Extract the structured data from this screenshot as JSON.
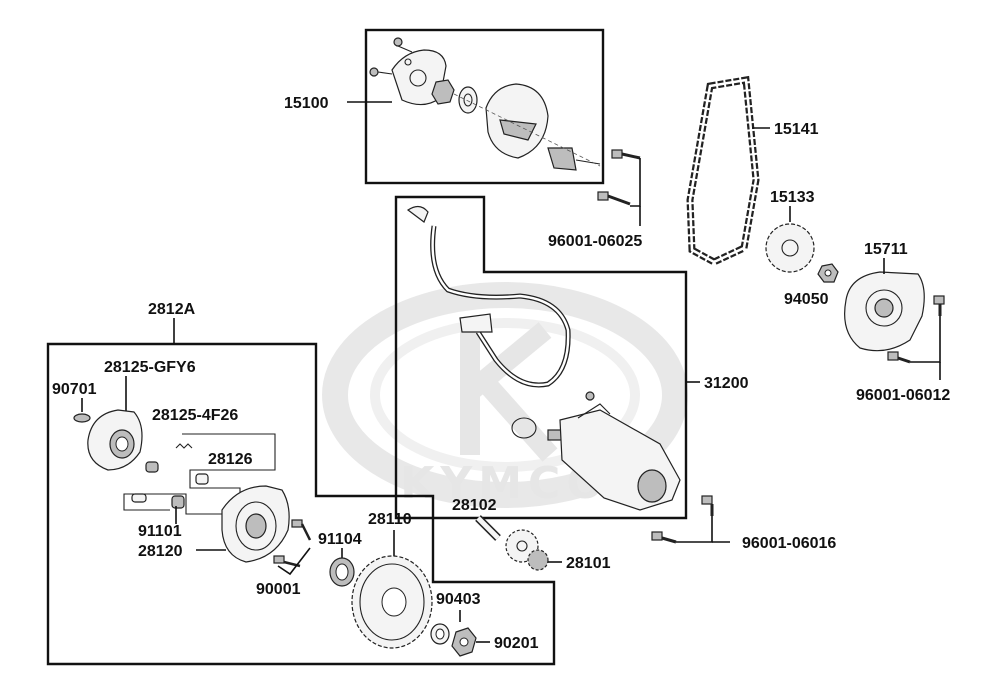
{
  "watermark": {
    "brand": "KYMCO"
  },
  "labels": {
    "p15100": "15100",
    "p15141": "15141",
    "p15133": "15133",
    "p15711": "15711",
    "p94050": "94050",
    "p96001_06025": "96001-06025",
    "p96001_06012": "96001-06012",
    "p96001_06016": "96001-06016",
    "p31200": "31200",
    "p2812A": "2812A",
    "p28125_GFY6": "28125-GFY6",
    "p90701": "90701",
    "p28125_4F26": "28125-4F26",
    "p28126": "28126",
    "p91101": "91101",
    "p28120": "28120",
    "p90001": "90001",
    "p91104": "91104",
    "p28110": "28110",
    "p28102": "28102",
    "p28101": "28101",
    "p90403": "90403",
    "p90201": "90201"
  }
}
